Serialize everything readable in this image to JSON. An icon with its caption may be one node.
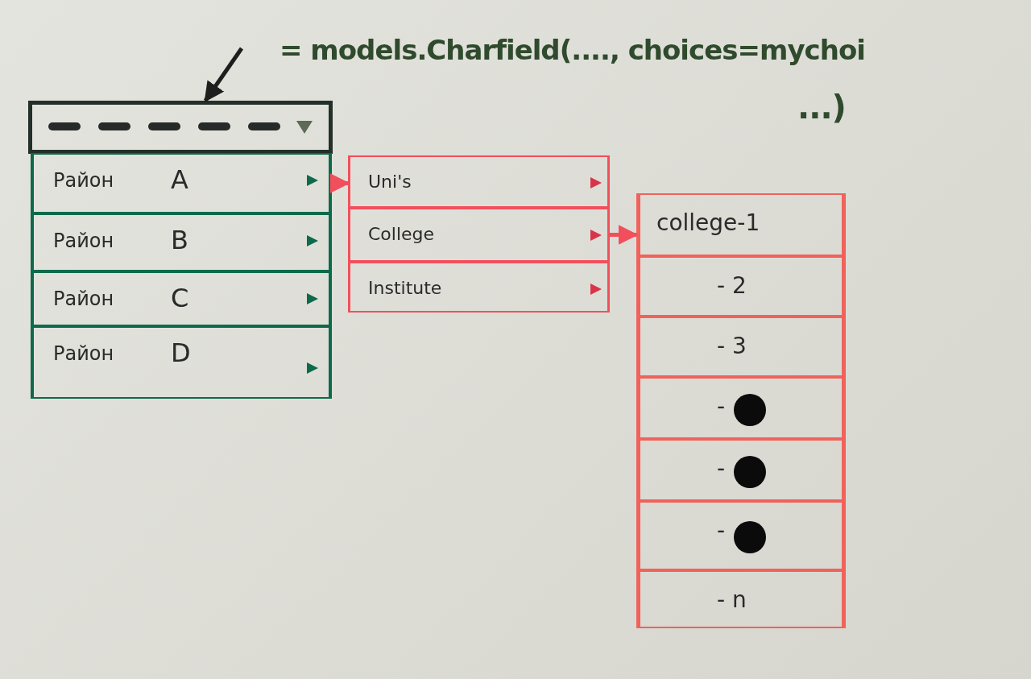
{
  "diagram": {
    "nodes": [
      {
        "text": [
          "= models.Charfield(...., choices=mychoi",
          "...)"
        ]
      },
      {
        "text": [],
        "shape": "box"
      },
      {
        "text": [
          "Район",
          "A"
        ]
      },
      {
        "text": [
          "Район",
          "B"
        ]
      },
      {
        "text": [
          "Район",
          "C"
        ]
      },
      {
        "text": [
          "Район",
          "D"
        ]
      },
      {
        "text": [
          "Uni's"
        ]
      },
      {
        "text": [
          "College"
        ]
      },
      {
        "text": [
          "Institute"
        ]
      },
      {
        "text": [
          "college-1"
        ]
      },
      {
        "text": [
          "- 2"
        ]
      },
      {
        "text": [
          "- 3"
        ]
      },
      {
        "text": [
          "-"
        ]
      },
      {
        "text": [
          "-"
        ]
      },
      {
        "text": [
          "-"
        ]
      },
      {
        "text": [
          "- n"
        ]
      }
    ],
    "edges": [
      {
        "from": 0,
        "to": 1,
        "arrow": "to",
        "color": "#1e1e1e"
      },
      {
        "from": 2,
        "to": 6,
        "arrow": "to"
      },
      {
        "from": 7,
        "to": 9,
        "arrow": "to"
      }
    ]
  }
}
